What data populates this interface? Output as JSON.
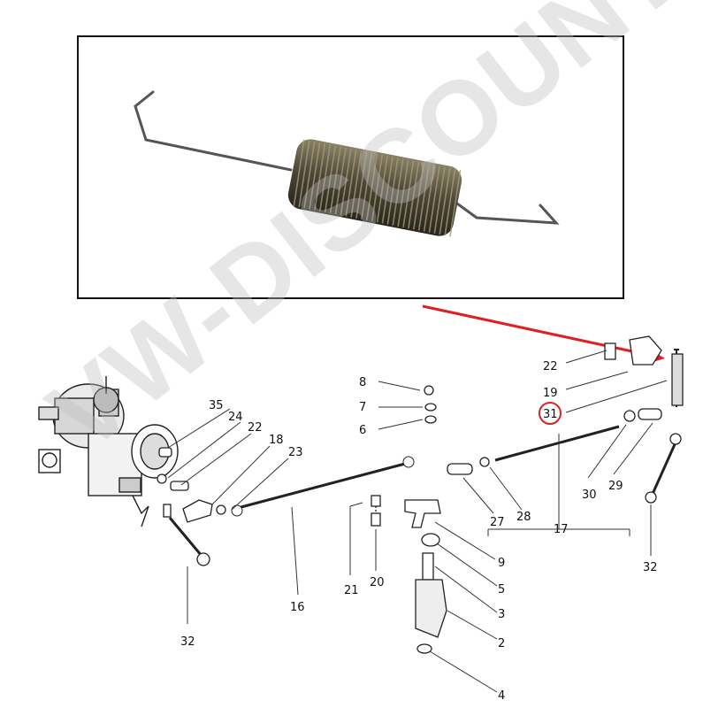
{
  "watermark": "VW-DISCOUNT.NET",
  "highlight_color": "#e02020",
  "arrow_color": "#e02020",
  "part_labels": {
    "p35": "35",
    "p24": "24",
    "p22a": "22",
    "p18": "18",
    "p23": "23",
    "p8": "8",
    "p7": "7",
    "p6": "6",
    "p22b": "22",
    "p19": "19",
    "p31": "31",
    "p30": "30",
    "p29": "29",
    "p27": "27",
    "p28": "28",
    "p17": "17",
    "p32a": "32",
    "p32b": "32",
    "p16": "16",
    "p21": "21",
    "p20": "20",
    "p9": "9",
    "p5": "5",
    "p3": "3",
    "p2": "2",
    "p4": "4"
  }
}
